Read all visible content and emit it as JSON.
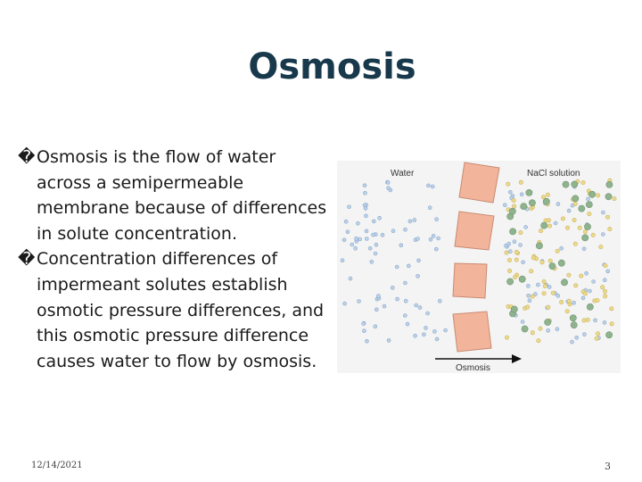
{
  "slide": {
    "title": "Osmosis",
    "bullets": [
      {
        "mark": "�",
        "text": "Osmosis is the flow of water across a semipermeable membrane because of differences in solute concentration."
      },
      {
        "mark": "�",
        "text": "Concentration differences of impermeant solutes establish osmotic pressure differences, and this osmotic pressure difference causes water to flow by osmosis."
      }
    ],
    "footer": {
      "date": "12/14/2021",
      "page": "3"
    }
  },
  "figure": {
    "label_left": "Water",
    "label_right": "NaCl solution",
    "arrow_label": "Osmosis",
    "colors": {
      "background": "#f4f4f4",
      "membrane": "#f2b49b",
      "membrane_edge": "#c98a72",
      "water": "#bcd2ea",
      "water_edge": "#8aa6c8",
      "solute_small": "#ecd98a",
      "solute_large": "#8fb48d"
    }
  }
}
